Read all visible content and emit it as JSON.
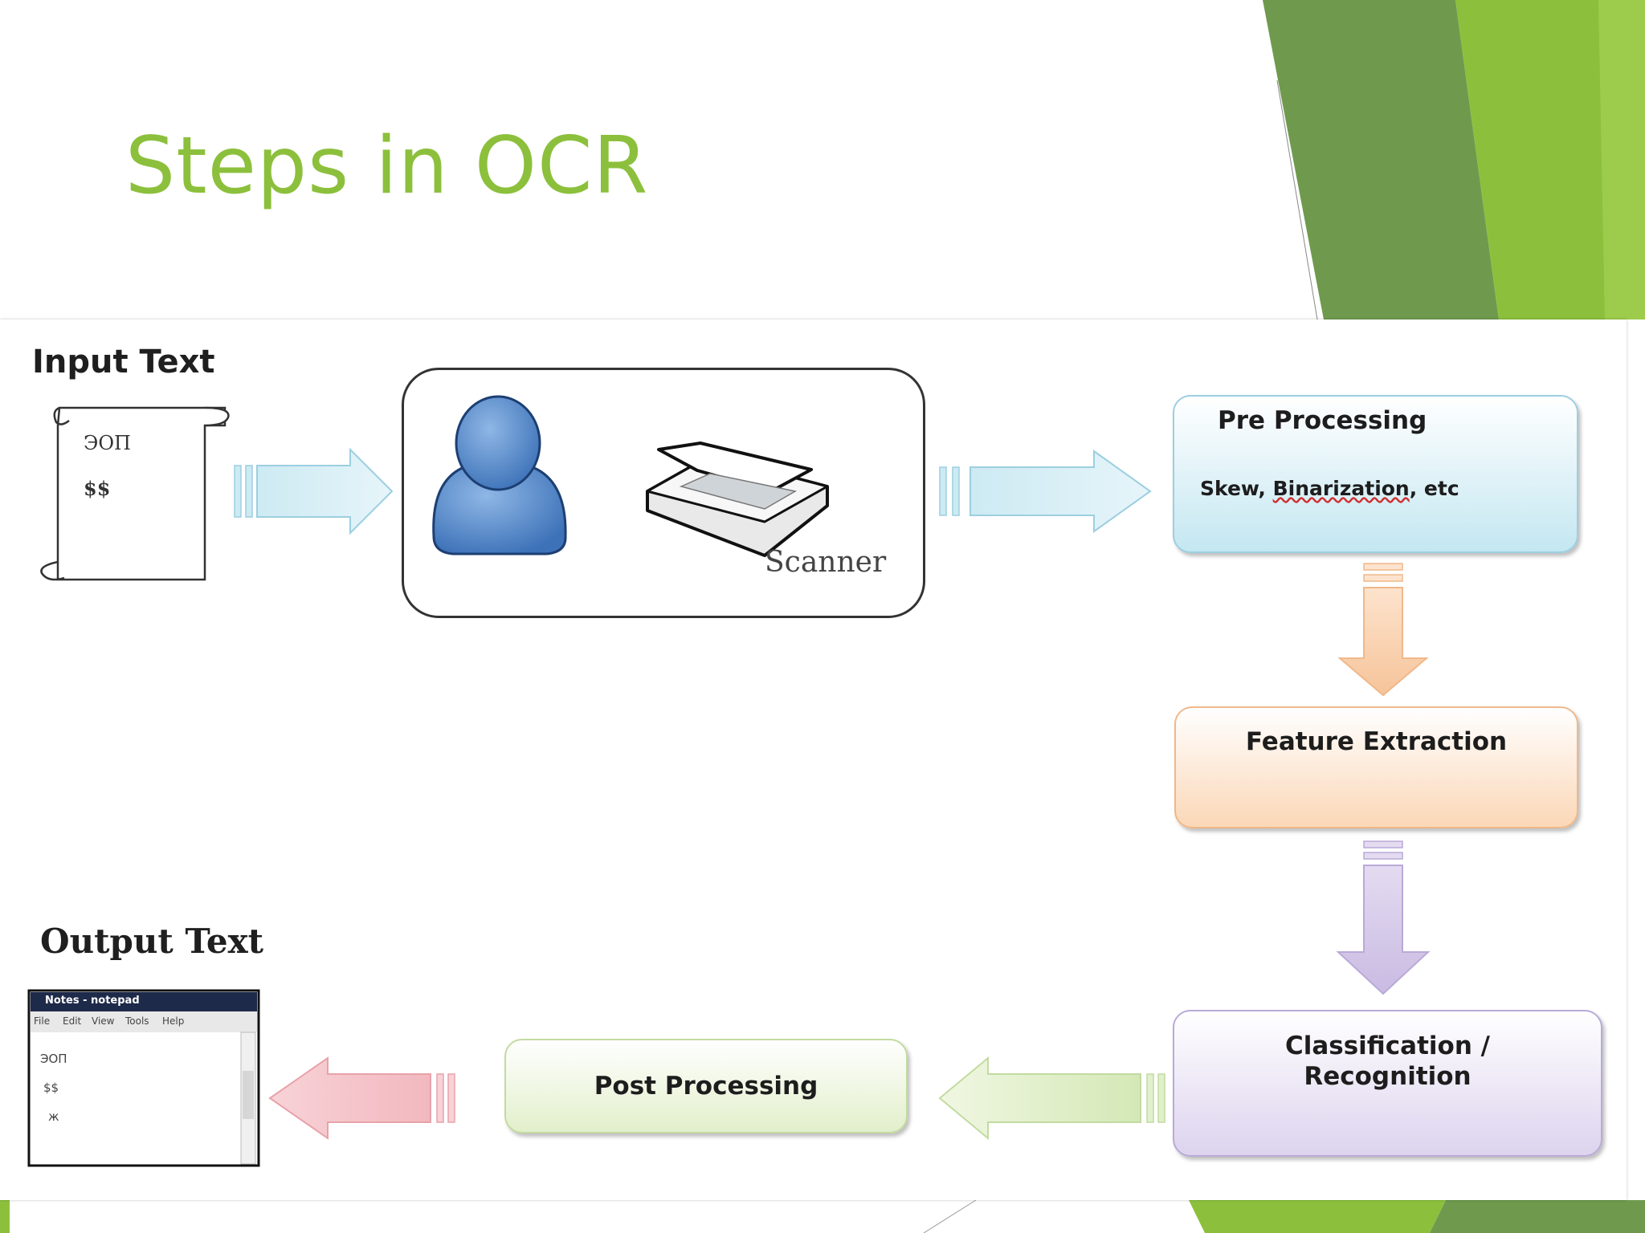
{
  "slide": {
    "title": "Steps in OCR"
  },
  "diagram": {
    "input_label": "Input Text",
    "input_doc_lines": [
      "ЭОП",
      "$$"
    ],
    "scanner_label": "Scanner",
    "pre_processing": {
      "title": "Pre Processing",
      "detail_prefix": "Skew, ",
      "detail_underlined": "Binarization",
      "detail_suffix": ", etc"
    },
    "feature_extraction": "Feature Extraction",
    "classification": {
      "line1": "Classification /",
      "line2": "Recognition"
    },
    "post_processing": "Post Processing",
    "output_label": "Output Text",
    "output_window": {
      "title": "Notes - notepad",
      "menu": [
        "File",
        "Edit",
        "View",
        "Tools",
        "Help"
      ],
      "lines": [
        "ЭОП",
        "$$",
        "ж"
      ]
    }
  },
  "colors": {
    "accent_green": "#8cc03c",
    "dark_green": "#6f9a4e",
    "pre_processing_fill": "#c4e7f1",
    "feature_fill": "#fbd7b7",
    "classification_fill": "#ddd3ee",
    "post_processing_fill": "#e2efcb",
    "output_arrow": "#f5c2c7"
  }
}
